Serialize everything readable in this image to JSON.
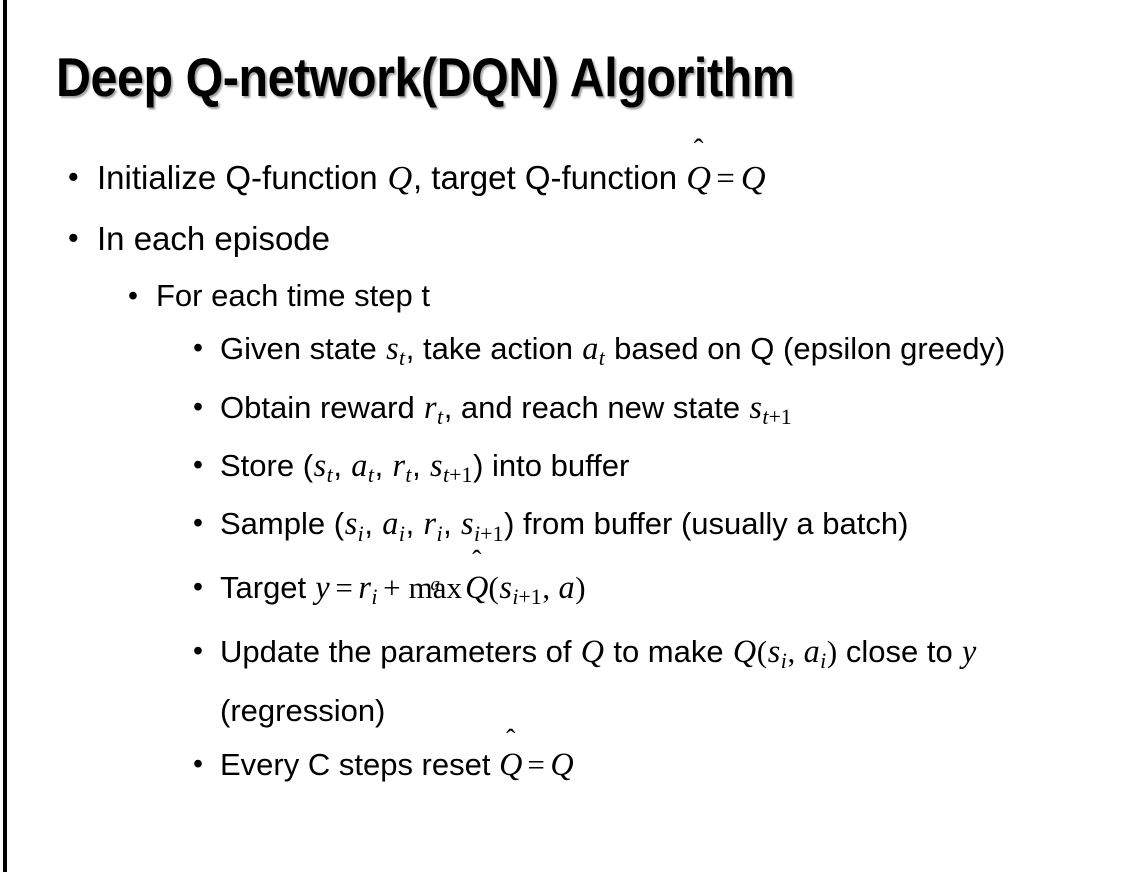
{
  "slide": {
    "background_color": "#ffffff",
    "text_color": "#000000",
    "accent_rule_color": "#000000",
    "title": "Deep Q-network(DQN) Algorithm"
  },
  "content": {
    "b1_initialize_pre": "Initialize Q-function ",
    "b1_initialize_q": "Q",
    "b1_initialize_mid": ", target Q-function ",
    "b1_initialize_qhat": "Q",
    "b1_initialize_hat": "̂",
    "b1_initialize_eq": "=",
    "b1_initialize_q2": "Q",
    "b2_in_each_episode": "In each episode",
    "b3_for_each_time_step": "For each time step t",
    "b4_given_pre": "Given state ",
    "b4_given_s": "s",
    "b4_given_s_sub": "t",
    "b4_given_mid": ", take action ",
    "b4_given_a": "a",
    "b4_given_a_sub": "t",
    "b4_given_post": " based on Q (epsilon greedy)",
    "b5_obtain_pre": "Obtain reward ",
    "b5_obtain_r": "r",
    "b5_obtain_r_sub": "t",
    "b5_obtain_mid": ", and reach new state ",
    "b5_obtain_s": "s",
    "b5_obtain_s_sub_t": "t",
    "b5_obtain_s_sub_plus": "+1",
    "b6_store_pre": "Store (",
    "b6_store_s": "s",
    "b6_store_s_sub": "t",
    "b6_store_c1": ", ",
    "b6_store_a": "a",
    "b6_store_a_sub": "t",
    "b6_store_c2": ", ",
    "b6_store_r": "r",
    "b6_store_r_sub": "t",
    "b6_store_c3": ", ",
    "b6_store_s2": "s",
    "b6_store_s2_sub_t": "t",
    "b6_store_s2_sub_plus": "+1",
    "b6_store_post": ") into buffer",
    "b7_sample_pre": "Sample (",
    "b7_sample_s": "s",
    "b7_sample_s_sub": "i",
    "b7_sample_c1": ", ",
    "b7_sample_a": "a",
    "b7_sample_a_sub": "i",
    "b7_sample_c2": ", ",
    "b7_sample_r": "r",
    "b7_sample_r_sub": "i",
    "b7_sample_c3": ", ",
    "b7_sample_s2": "s",
    "b7_sample_s2_sub_i": "i",
    "b7_sample_s2_sub_plus": "+1",
    "b7_sample_post": ") from buffer (usually a batch)",
    "b8_target_pre": "Target ",
    "b8_target_y": "y",
    "b8_target_eq": "=",
    "b8_target_r": "r",
    "b8_target_r_sub": "i",
    "b8_target_plus": "+",
    "b8_target_max": "max",
    "b8_target_max_lim": "a",
    "b8_target_qhat": "Q",
    "b8_target_hat": "̂",
    "b8_target_paren_open": "(",
    "b8_target_s": "s",
    "b8_target_s_sub_i": "i",
    "b8_target_s_sub_plus": "+1",
    "b8_target_comma": ", ",
    "b8_target_a": "a",
    "b8_target_paren_close": ")",
    "b9_update_pre": "Update the parameters of ",
    "b9_update_q1": "Q",
    "b9_update_mid": " to make ",
    "b9_update_q2": "Q",
    "b9_update_paren_open": "(",
    "b9_update_s": "s",
    "b9_update_s_sub": "i",
    "b9_update_comma": ", ",
    "b9_update_a": "a",
    "b9_update_a_sub": "i",
    "b9_update_paren_close": ")",
    "b9_update_post": " close to ",
    "b9_update_y": "y",
    "b9_update_tail": " (regression)",
    "b10_every_pre": "Every C steps reset ",
    "b10_every_qhat": "Q",
    "b10_every_hat": "̂",
    "b10_every_eq": "=",
    "b10_every_q": "Q",
    "bullet_glyph": "•"
  }
}
